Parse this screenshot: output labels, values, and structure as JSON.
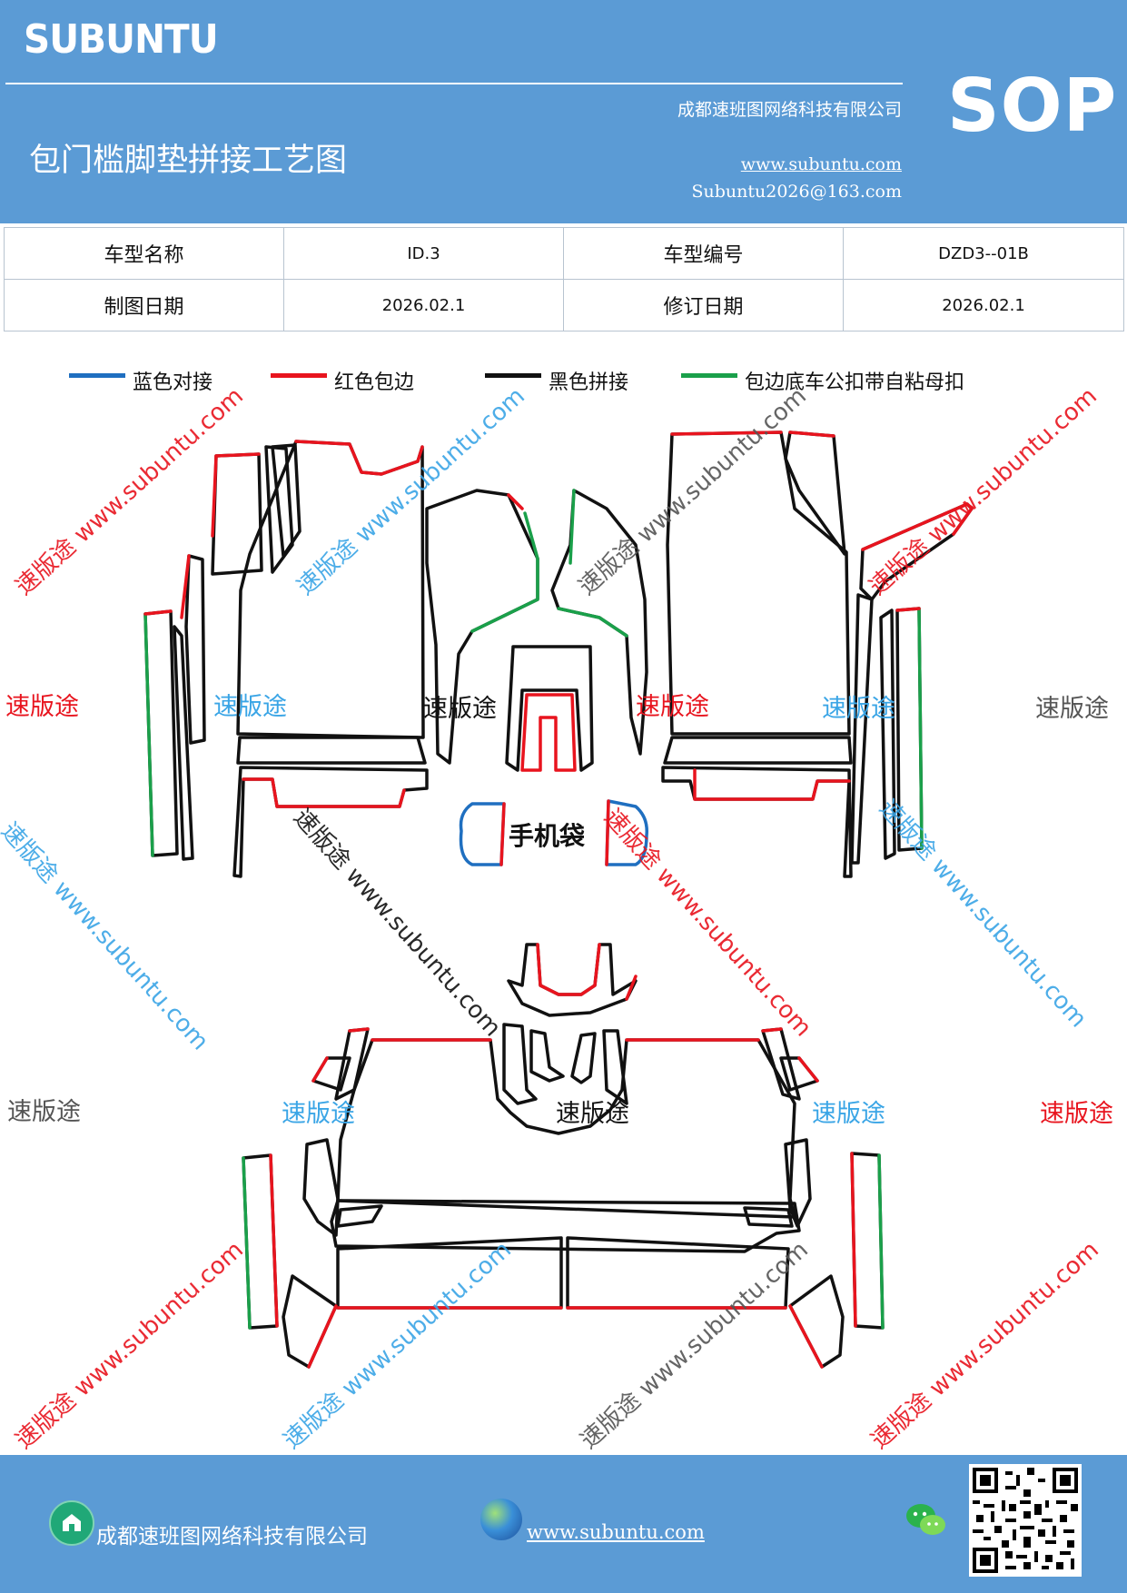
{
  "header": {
    "brand": "SUBUNTU",
    "company": "成都速班图网络科技有限公司",
    "title": "包门槛脚垫拼接工艺图",
    "url": "www.subuntu.com",
    "email": "Subuntu2026@163.com",
    "badge": "SOP"
  },
  "info_table": {
    "model_name_label": "车型名称",
    "model_name_value": "ID.3",
    "model_code_label": "车型编号",
    "model_code_value": "DZD3--01B",
    "draw_date_label": "制图日期",
    "draw_date_value": "2026.02.1",
    "revise_date_label": "修订日期",
    "revise_date_value": "2026.02.1"
  },
  "legend": [
    {
      "label": "蓝色对接",
      "color": "#1f6fc0"
    },
    {
      "label": "红色包边",
      "color": "#e8141e"
    },
    {
      "label": "黑色拼接",
      "color": "#111111"
    },
    {
      "label": "包边底车公扣带自粘母扣",
      "color": "#1aa04a"
    }
  ],
  "diagram": {
    "phone_bag_label": "手机袋",
    "watermark_cn": "速版途",
    "watermark_diag": "速版途 www.subuntu.com",
    "watermark_colors": {
      "red": "#e8141e",
      "blue": "#3aa5e6",
      "gray": "#555555"
    }
  },
  "footer": {
    "company": "成都速班图网络科技有限公司",
    "url": "www.subuntu.com ",
    "icons": [
      "home-icon",
      "globe-icon",
      "wechat-icon",
      "qr-code"
    ]
  }
}
